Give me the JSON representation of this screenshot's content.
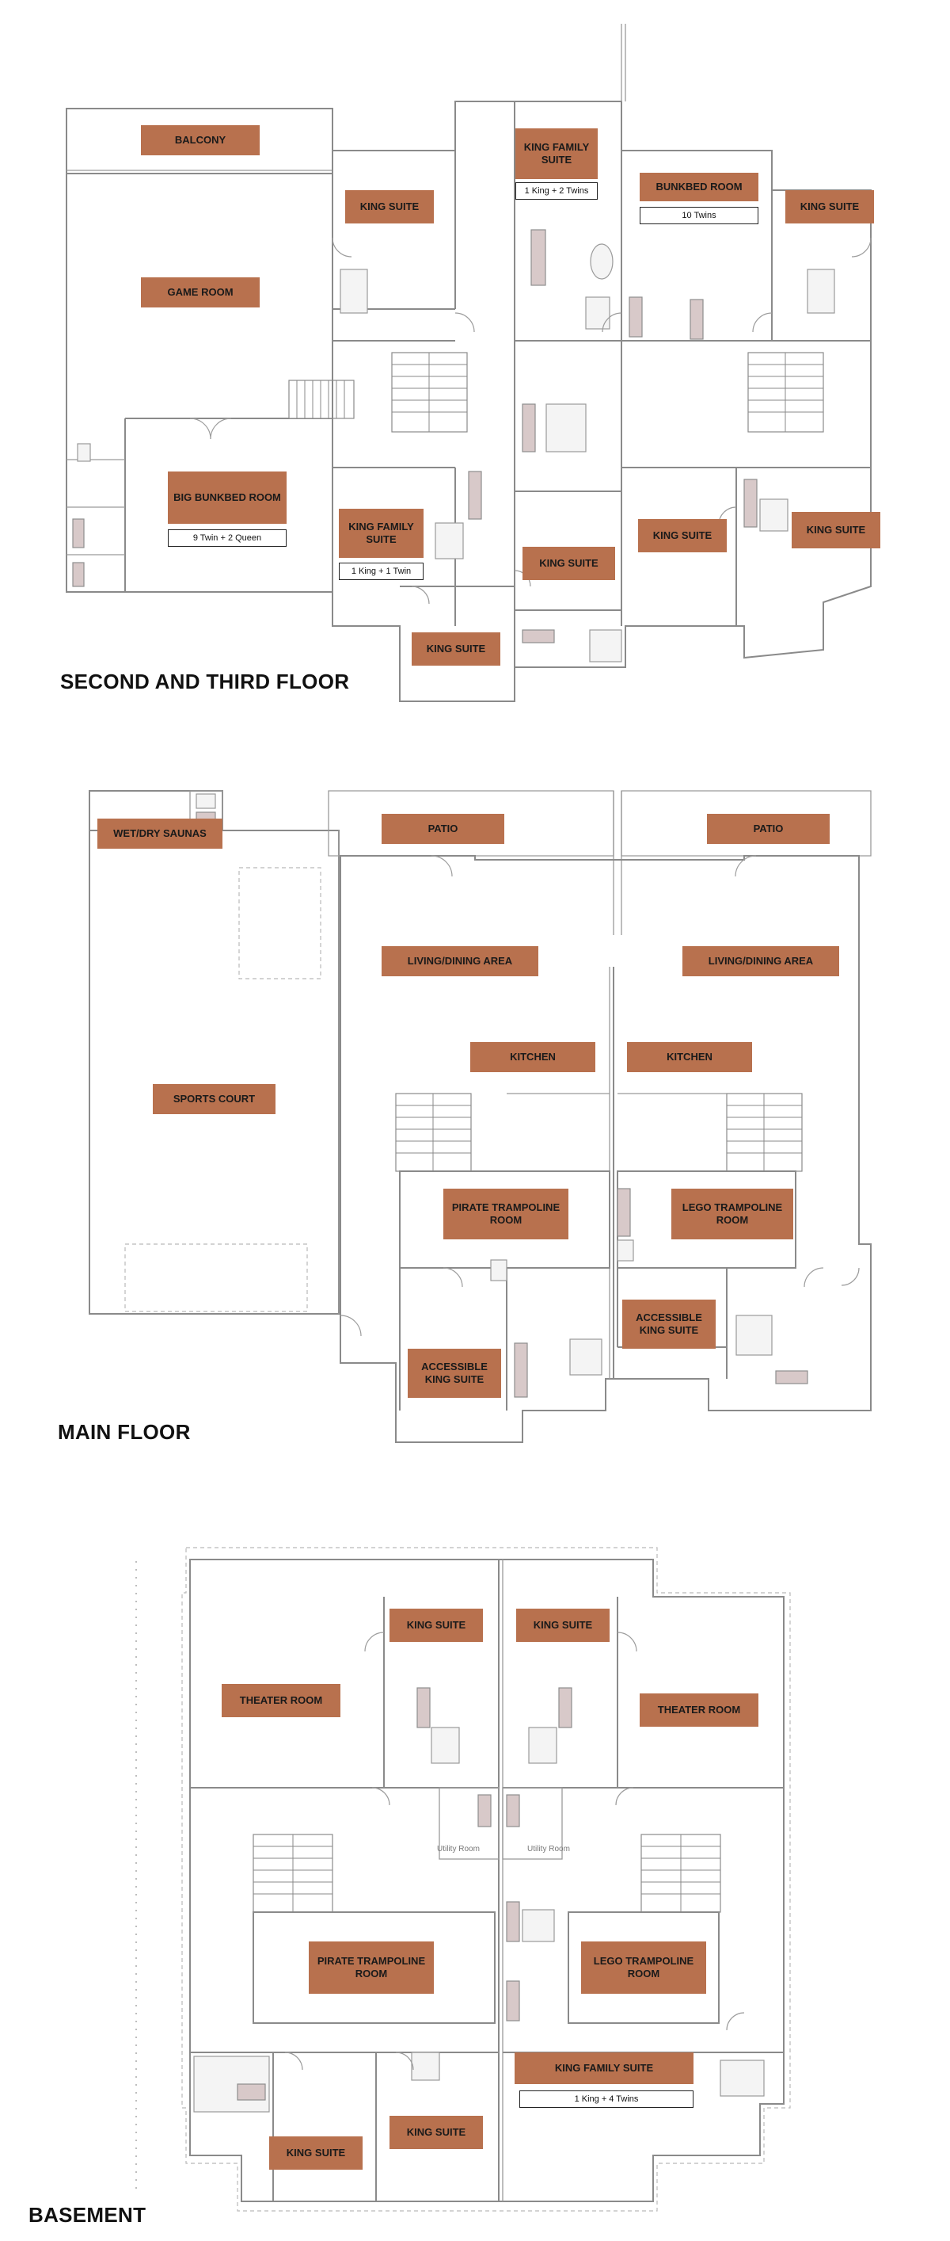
{
  "second_third_floor": {
    "title": "SECOND AND THIRD FLOOR",
    "rooms": {
      "balcony": "BALCONY",
      "game_room": "GAME ROOM",
      "big_bunkbed_room": "BIG BUNKBED ROOM",
      "big_bunkbed_beds": "9 Twin + 2 Queen",
      "king_suite_1": "KING SUITE",
      "king_family_suite_top": "KING FAMILY SUITE",
      "king_family_suite_top_beds": "1 King + 2 Twins",
      "bunkbed_room": "BUNKBED ROOM",
      "bunkbed_room_beds": "10 Twins",
      "king_suite_2": "KING SUITE",
      "king_family_suite_left": "KING FAMILY SUITE",
      "king_family_suite_left_beds": "1 King + 1 Twin",
      "king_suite_center": "KING SUITE",
      "king_suite_3": "KING SUITE",
      "king_suite_4": "KING SUITE",
      "king_suite_bottom": "KING SUITE"
    }
  },
  "main_floor": {
    "title": "MAIN FLOOR",
    "rooms": {
      "saunas": "WET/DRY SAUNAS",
      "patio_left": "PATIO",
      "patio_right": "PATIO",
      "sports_court": "SPORTS COURT",
      "living_left": "LIVING/DINING AREA",
      "living_right": "LIVING/DINING AREA",
      "kitchen_left": "KITCHEN",
      "kitchen_right": "KITCHEN",
      "pirate_trampoline": "PIRATE TRAMPOLINE ROOM",
      "lego_trampoline": "LEGO TRAMPOLINE ROOM",
      "accessible_left": "ACCESSIBLE KING SUITE",
      "accessible_right": "ACCESSIBLE KING SUITE"
    }
  },
  "basement": {
    "title": "BASEMENT",
    "rooms": {
      "king_suite_tl": "KING SUITE",
      "king_suite_tr": "KING SUITE",
      "theater_left": "THEATER ROOM",
      "theater_right": "THEATER ROOM",
      "utility_left": "Utility Room",
      "utility_right": "Utility Room",
      "pirate_trampoline": "PIRATE TRAMPOLINE ROOM",
      "lego_trampoline": "LEGO TRAMPOLINE ROOM",
      "king_family_suite": "KING FAMILY SUITE",
      "king_family_suite_beds": "1 King + 4 Twins",
      "king_suite_bl": "KING SUITE",
      "king_suite_bm": "KING SUITE"
    }
  },
  "colors": {
    "label_fill": "#b8714e",
    "wall": "#8a8a8a",
    "fixture_accent": "#d8c9c9"
  }
}
